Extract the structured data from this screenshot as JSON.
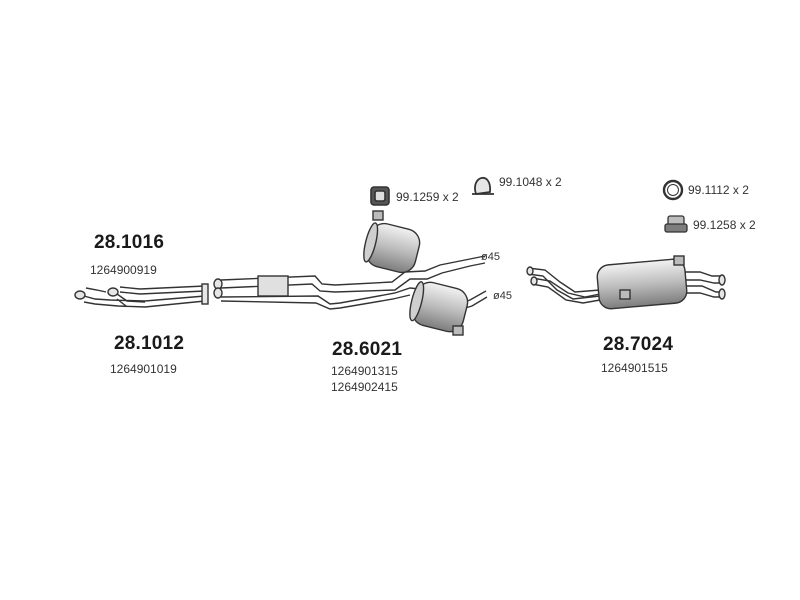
{
  "parts": {
    "front_upper": {
      "number": "28.1016",
      "oe": "1264900919"
    },
    "front_lower": {
      "number": "28.1012",
      "oe": "1264901019"
    },
    "middle": {
      "number": "28.6021",
      "oe": [
        "1264901315",
        "1264902415"
      ]
    },
    "rear": {
      "number": "28.7024",
      "oe": "1264901515"
    }
  },
  "accessories": {
    "gasket_block": "99.1259 x 2",
    "clamp": "99.1048 x 2",
    "ring": "99.1112 x 2",
    "rubber_mount": "99.1258 x 2"
  },
  "diameters": {
    "upper": "ø45",
    "lower": "ø45"
  },
  "colors": {
    "line": "#333333",
    "fill": "#d6d6d6",
    "shade": "#9a9a9a"
  }
}
